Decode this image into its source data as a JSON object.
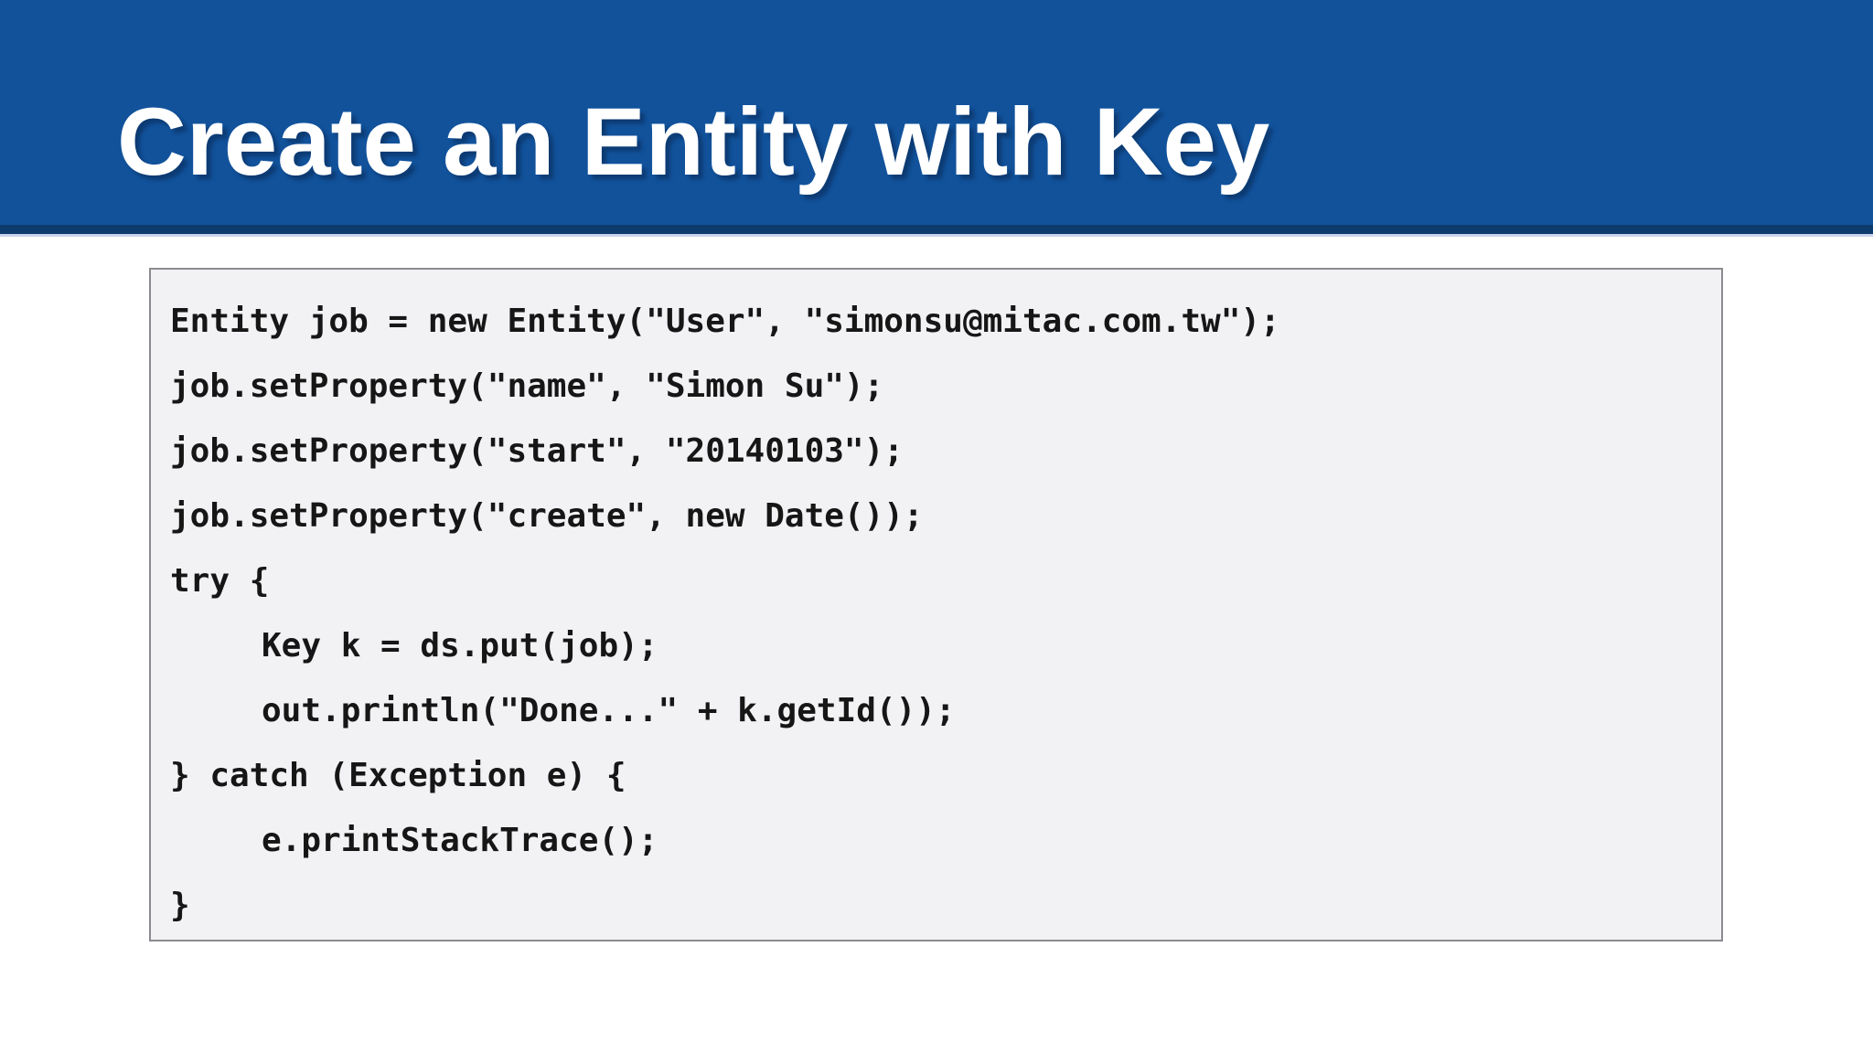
{
  "slide": {
    "title": "Create an Entity with Key",
    "colors": {
      "header_blue": "#11529B",
      "header_accent_dark": "#0E3B6E",
      "header_accent_light": "#C9D2E8",
      "code_background": "#F2F1F4",
      "code_border": "#8B8B90",
      "code_text": "#161616",
      "title_text": "#FFFFFF"
    },
    "code": {
      "language": "java",
      "lines": [
        "Entity job = new Entity(\"User\", \"simonsu@mitac.com.tw\");",
        "job.setProperty(\"name\", \"Simon Su\");",
        "job.setProperty(\"start\", \"20140103\");",
        "job.setProperty(\"create\", new Date());",
        "try {",
        "\tKey k = ds.put(job);",
        "\tout.println(\"Done...\" + k.getId());",
        "} catch (Exception e) {",
        "\te.printStackTrace();",
        "}"
      ]
    }
  }
}
